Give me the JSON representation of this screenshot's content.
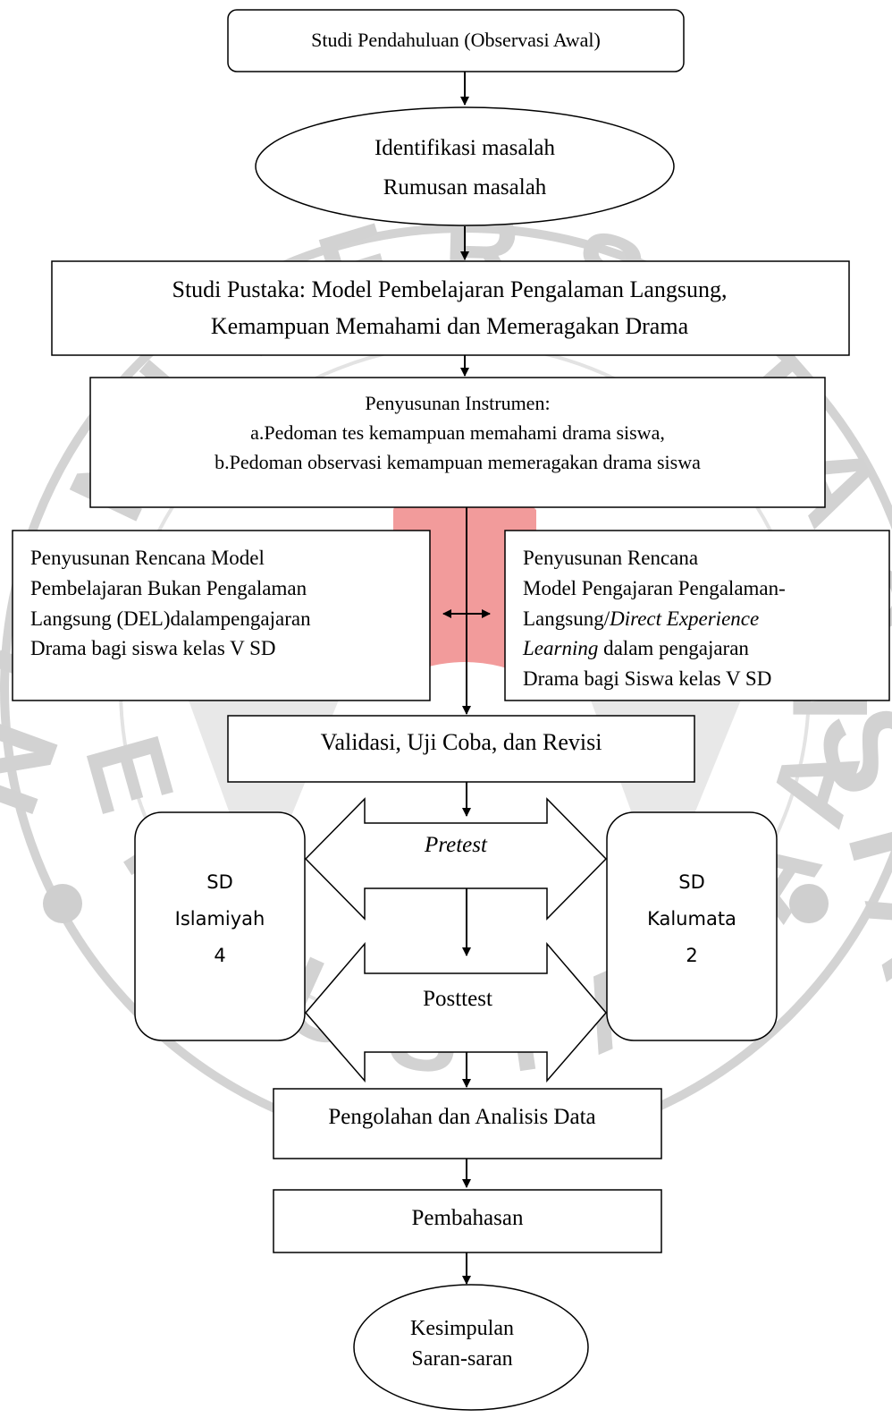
{
  "watermark": {
    "arc_top": "U N I V E R S I T A S",
    "arc_bottom": "P E R P U S T A K A A N",
    "left_letters": "N I",
    "right_letters": "S I A",
    "seal_color": "#f08a8a",
    "ring_color": "#d3d3d3"
  },
  "nodes": {
    "studi_pendahuluan": "Studi Pendahuluan (Observasi Awal)",
    "identifikasi_1": "Identifikasi masalah",
    "identifikasi_2": "Rumusan masalah",
    "studi_pustaka_1": "Studi Pustaka: Model Pembelajaran Pengalaman Langsung,",
    "studi_pustaka_2": "Kemampuan Memahami dan Memeragakan Drama",
    "instrumen_1": "Penyusunan Instrumen:",
    "instrumen_2": "a.Pedoman tes  kemampuan memahami drama siswa,",
    "instrumen_3": "b.Pedoman observasi kemampuan memeragakan drama siswa",
    "left_model_1": "Penyusunan Rencana Model",
    "left_model_2": "Pembelajaran Bukan Pengalaman",
    "left_model_3": "Langsung   (DEL)dalampengajaran",
    "left_model_4": "Drama bagi siswa kelas V SD",
    "right_model_1": "Penyusunan Rencana",
    "right_model_2": "Model Pengajaran Pengalaman-",
    "right_model_3a": "Langsung/",
    "right_model_3b": "Direct Experience",
    "right_model_4a": "Learning",
    "right_model_4b": " dalam pengajaran",
    "right_model_5": "Drama bagi Siswa kelas V SD",
    "validasi": "Validasi, Uji Coba, dan  Revisi",
    "pretest": "Pretest",
    "posttest": "Posttest",
    "school_left_1": "SD",
    "school_left_2": "Islamiyah",
    "school_left_3": "4",
    "school_right_1": "SD",
    "school_right_2": "Kalumata",
    "school_right_3": "2",
    "pengolahan": "Pengolahan dan Analisis Data",
    "pembahasan": "Pembahasan",
    "kesimpulan_1": "Kesimpulan",
    "kesimpulan_2": "Saran-saran"
  }
}
